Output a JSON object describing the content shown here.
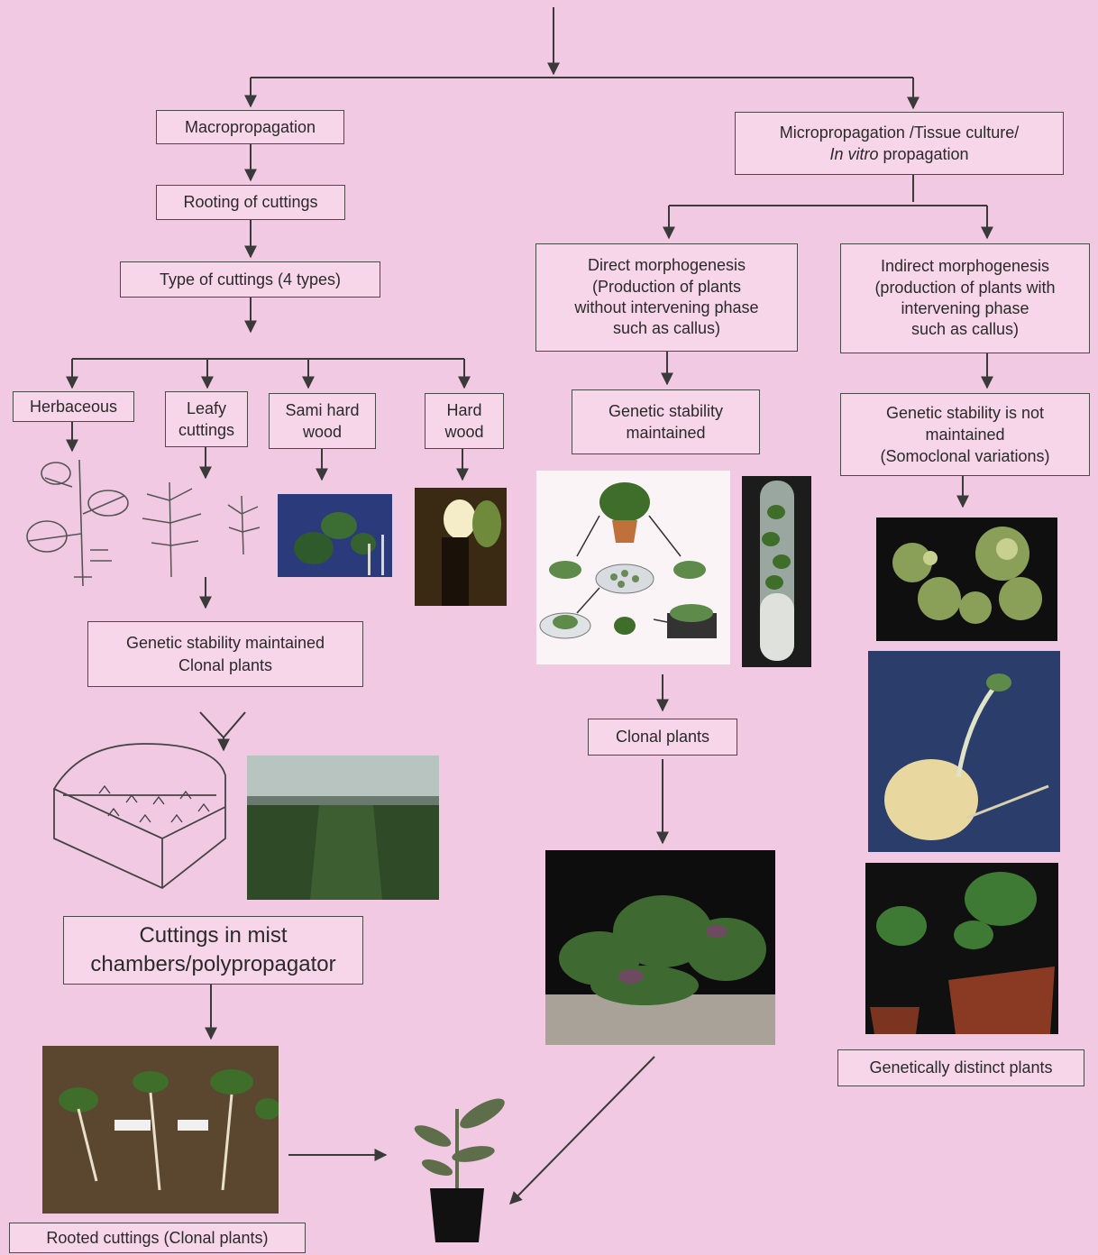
{
  "macro": {
    "title": "Macropropagation",
    "rooting": "Rooting of cuttings",
    "types": "Type of cuttings (4 types)",
    "herbaceous": "Herbaceous",
    "leafy": [
      "Leafy",
      "cuttings"
    ],
    "semi_hard": [
      "Sami hard",
      "wood"
    ],
    "hard": [
      "Hard",
      "wood"
    ],
    "stability": [
      "Genetic stability maintained",
      "Clonal plants"
    ],
    "mist": [
      "Cuttings in mist",
      "chambers/polypropagator"
    ],
    "rooted": "Rooted cuttings (Clonal plants)"
  },
  "micro": {
    "title_line1": "Micropropagation /Tissue culture/",
    "title_italic": "In vitro",
    "title_rest": " propagation",
    "direct": [
      "Direct morphogenesis",
      "(Production of plants",
      "without intervening phase",
      "such as callus)"
    ],
    "direct_stability": [
      "Genetic stability",
      "maintained"
    ],
    "clonal": "Clonal plants",
    "indirect": [
      "Indirect morphogenesis",
      "(production of plants with",
      "intervening phase",
      "such as callus)"
    ],
    "indirect_stability": [
      "Genetic stability is not",
      "maintained",
      "(Somoclonal variations)"
    ],
    "distinct": "Genetically distinct plants"
  },
  "colors": {
    "background": "#f2c9e2",
    "box_fill": "#f7d6ea",
    "line": "#3a3a3a"
  }
}
